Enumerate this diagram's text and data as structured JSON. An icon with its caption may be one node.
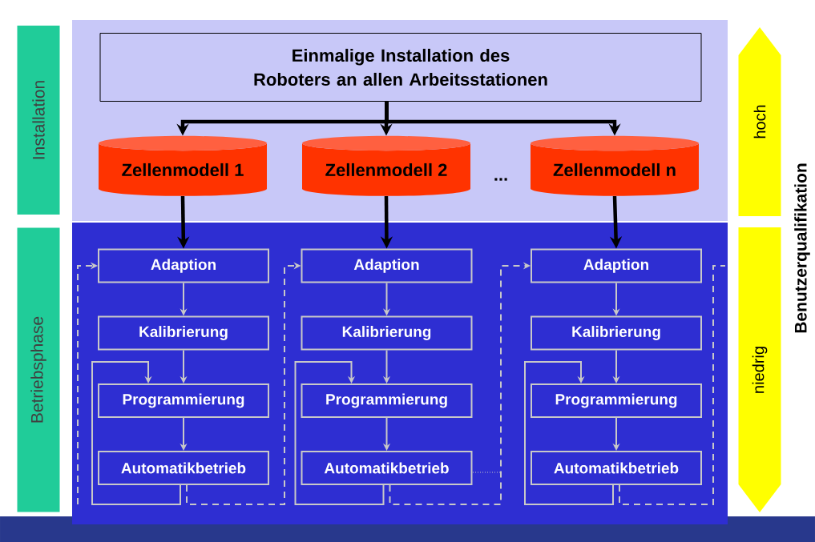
{
  "diagram": {
    "nodes": [
      {
        "text": [
          "Installation"
        ]
      },
      {
        "text": [
          "Betriebsphase"
        ]
      },
      {
        "text": [
          "Einmalige Installation des Roboters an allen Arbeitsstationen"
        ]
      },
      {
        "text": [
          "Zellenmodell 1"
        ]
      },
      {
        "text": [
          "Zellenmodell 2"
        ]
      },
      {
        "text": [
          "Zellenmodell n"
        ]
      },
      {
        "text": [
          "Adaption"
        ]
      },
      {
        "text": [
          "Kalibrierung"
        ]
      },
      {
        "text": [
          "Programmierung"
        ]
      },
      {
        "text": [
          "Automatikbetrieb"
        ]
      },
      {
        "text": [
          "Adaption"
        ]
      },
      {
        "text": [
          "Kalibrierung"
        ]
      },
      {
        "text": [
          "Programmierung"
        ]
      },
      {
        "text": [
          "Automatikbetrieb"
        ]
      },
      {
        "text": [
          "Adaption"
        ]
      },
      {
        "text": [
          "Kalibrierung"
        ]
      },
      {
        "text": [
          "Programmierung"
        ]
      },
      {
        "text": [
          "Automatikbetrieb"
        ]
      },
      {
        "text": [
          "hoch"
        ]
      },
      {
        "text": [
          "niedrig"
        ]
      }
    ],
    "edges": [
      {
        "from": 2,
        "to": 3,
        "arrow": "to",
        "style": "thick",
        "color": "#000000"
      },
      {
        "from": 2,
        "to": 4,
        "arrow": "to",
        "style": "thick",
        "color": "#000000"
      },
      {
        "from": 2,
        "to": 5,
        "arrow": "to",
        "style": "thick",
        "color": "#000000"
      },
      {
        "from": 3,
        "to": 6,
        "arrow": "to",
        "style": "thick",
        "color": "#000000"
      },
      {
        "from": 4,
        "to": 10,
        "arrow": "to",
        "style": "thick",
        "color": "#000000"
      },
      {
        "from": 5,
        "to": 14,
        "arrow": "to",
        "style": "thick",
        "color": "#000000"
      },
      {
        "from": 6,
        "to": 7,
        "arrow": "to"
      },
      {
        "from": 7,
        "to": 8,
        "arrow": "to"
      },
      {
        "from": 8,
        "to": 9,
        "arrow": "to"
      },
      {
        "from": 9,
        "to": 8,
        "arrow": "to"
      },
      {
        "from": 10,
        "to": 11,
        "arrow": "to"
      },
      {
        "from": 11,
        "to": 12,
        "arrow": "to"
      },
      {
        "from": 12,
        "to": 13,
        "arrow": "to"
      },
      {
        "from": 13,
        "to": 12,
        "arrow": "to"
      },
      {
        "from": 14,
        "to": 15,
        "arrow": "to"
      },
      {
        "from": 15,
        "to": 16,
        "arrow": "to"
      },
      {
        "from": 16,
        "to": 17,
        "arrow": "to"
      },
      {
        "from": 17,
        "to": 16,
        "arrow": "to"
      },
      {
        "from": null,
        "to": 6,
        "arrow": "to",
        "style": "dashed"
      },
      {
        "from": 9,
        "to": 10,
        "arrow": "to",
        "style": "dashed"
      },
      {
        "from": 13,
        "to": 14,
        "arrow": "to",
        "style": "dashed"
      },
      {
        "from": 17,
        "to": null,
        "arrow": "none",
        "style": "dashed"
      }
    ],
    "labels": [
      "...",
      "Benutzerqualifikation"
    ]
  }
}
